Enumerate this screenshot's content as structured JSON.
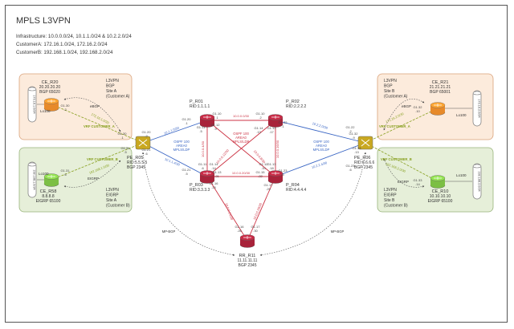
{
  "title": "MPLS L3VPN",
  "info": [
    "Infrastructure: 10.0.0.0/24, 10.1.1.0/24 & 10.2.2.0/24",
    "CustomerA: 172.16.1.0/24, 172.16.2.0/24",
    "CustomerB: 192.168.1.0/24, 192.168.2.0/24"
  ],
  "sites": {
    "a1": {
      "lines": [
        "L3VPN",
        "BGP",
        "Site A",
        "(Customer A)"
      ]
    },
    "a2": {
      "lines": [
        "L3VPN",
        "BGP",
        "Site B",
        "(Customer A)"
      ]
    },
    "b1": {
      "lines": [
        "L3VPN",
        "EIGRP",
        "Site A",
        "(Customer B)"
      ]
    },
    "b2": {
      "lines": [
        "L3VPN",
        "EIGRP",
        "Site B",
        "(Customer B)"
      ]
    }
  },
  "colors": {
    "customer_a_fill": "#fcebdc",
    "customer_a_border": "#d9a27a",
    "customer_b_fill": "#e6efd9",
    "customer_b_border": "#98b47a",
    "router_p": "#a8233a",
    "router_ce_a": "#e78a2a",
    "router_ce_b": "#7cbf44",
    "switch_pe": "#c9a820",
    "core_link": "#cc3344",
    "edge_link": "#3a66c4",
    "vrf_link": "#88a020"
  },
  "routers": {
    "ce_r20": {
      "icon": "router-icon",
      "lines": [
        "CE_R20",
        "20.20.20.20",
        "BGP 65020"
      ]
    },
    "ce_r21": {
      "icon": "router-icon",
      "lines": [
        "CE_R21",
        "21.21.21.21",
        "BGP 65001"
      ]
    },
    "ce_r58": {
      "icon": "router-icon",
      "lines": [
        "CE_R58",
        "8.8.8.8",
        "EIGRP 65100"
      ]
    },
    "ce_r10": {
      "icon": "router-icon",
      "lines": [
        "CE_R10",
        "10.10.10.10",
        "EIGRP 65100"
      ]
    },
    "p_r01": {
      "icon": "router-icon",
      "lines": [
        "P_R01",
        "RID:1.1.1.1"
      ]
    },
    "p_r02": {
      "icon": "router-icon",
      "lines": [
        "P_R02",
        "RID:2.2.2.2"
      ]
    },
    "p_r03": {
      "icon": "router-icon",
      "lines": [
        "P_R03",
        "RID:3.3.3.3"
      ]
    },
    "p_r04": {
      "icon": "router-icon",
      "lines": [
        "P_R04",
        "RID:4.4.4.4"
      ]
    },
    "pe_r05": {
      "icon": "switch-icon",
      "lines": [
        "PE_R05",
        "RID:5.5.5.5",
        "BGP 2345"
      ]
    },
    "pe_r06": {
      "icon": "switch-icon",
      "lines": [
        "PE_R06",
        "RID:6.6.6.6",
        "BGP 2345"
      ]
    },
    "rr_r11": {
      "icon": "router-icon",
      "lines": [
        "RR_R11",
        "11.11.11.11",
        "BGP 2345"
      ]
    }
  },
  "cylinders": {
    "left": "172.16.1.0/24",
    "right": "172.16.2.0/24",
    "left_b": "192.168.1.0/24",
    "right_b": "192.168.2.0/24"
  },
  "loopbacks": {
    "ce_r20": "Lo100",
    "ce_r21": "Lo100",
    "ce_r58": "Lo100",
    "ce_r10": "Lo100"
  },
  "protocols": {
    "ebgp_left": "eBGP",
    "ebgp_right": "eBGP",
    "eigrp_left": "EIGRP",
    "eigrp_right": "EIGRP",
    "ospf_left": [
      "OSPF 100",
      "AREA0",
      "MPLS/LDP"
    ],
    "ospf_center": [
      "OSPF 100",
      "AREA0",
      "MPLS/LDP"
    ],
    "ospf_right": [
      "OSPF 100",
      "AREA0",
      "MPLS/LDP"
    ],
    "mpbgp_left": "MP-BGP",
    "mpbgp_right": "MP-BGP"
  },
  "vrfs": {
    "a_left": "VRF CUSTOMER_A",
    "b_left": "VRF CUSTOMER_B",
    "a_right": "VRF CUSTOMER_A",
    "b_right": "VRF CUSTOMER_B"
  },
  "subnets": {
    "r01_r02": "10.0.0.0/30",
    "r03_r04": "10.0.0.20/30",
    "r01_r03": "10.0.0.4/30",
    "r02_r04": "10.0.0.16/30",
    "r01_r04": "10.0.0.8/30",
    "r02_r03": "10.0.0.12/30",
    "r05_r01": "10.1.1.0/30",
    "r05_r03": "10.1.1.4/30",
    "r06_r02": "10.2.2.0/30",
    "r06_r04": "10.2.2.4/30",
    "r03_r11": "10.0.0.24/30",
    "r04_r11": "10.0.0.28/30",
    "ce20_pe5": "172.16.1.0/30",
    "ce58_pe5": "192.168.1.0/30",
    "ce21_pe6": "172.16.2.0/30",
    "ce10_pe6": "192.168.2.0/30"
  },
  "ports": {
    "ce20": [
      "G1.30",
      ".2"
    ],
    "ce58": [
      "G1.31",
      ".6"
    ],
    "ce21": [
      "G1.32",
      ".10"
    ],
    "ce10": [
      "G1.33",
      ".14"
    ],
    "pe5_a": [
      "G1.30",
      ".1"
    ],
    "pe5_b": [
      "G1.31",
      ".5"
    ],
    "pe5_r01": [
      "G1.20",
      ".2"
    ],
    "pe5_r03": [
      "G1.21",
      ".6"
    ],
    "pe6_a": [
      "G1.32",
      ".9"
    ],
    "pe6_b": [
      "G1.33",
      ".13"
    ],
    "pe6_r02": [
      "G1.22",
      ".2"
    ],
    "pe6_r04": [
      "G1.23",
      ".6"
    ],
    "r01_pe": [
      "G1.20",
      ".1"
    ],
    "r01_r02": [
      "G1.10",
      ".1"
    ],
    "r01_r03": [
      "G1.11",
      ".5"
    ],
    "r01_r04": [
      "G1.12",
      ".9"
    ],
    "r02_r01": [
      "G1.10",
      ".2"
    ],
    "r02_pe": [
      "G1.22",
      ".1"
    ],
    "r02_r03": [
      "G1.14",
      ".13"
    ],
    "r02_r04": [
      "G1.13",
      ".17"
    ],
    "r03_pe": [
      "G1.21",
      ".5"
    ],
    "r03_r01": [
      "G1.11",
      ".6"
    ],
    "r03_r04": [
      "G1.13",
      ".21"
    ],
    "r03_r02": [
      "G1.14",
      ".14"
    ],
    "r03_r11": [
      "G1.16",
      ".25"
    ],
    "r04_pe": [
      "G1.23",
      ".5"
    ],
    "r04_r03": [
      "G1.15",
      ".22"
    ],
    "r04_r02": [
      "G1.13",
      ".18"
    ],
    "r04_r01": [
      "G1.12",
      ".10"
    ],
    "r04_r11": [
      "G1.17",
      ".29"
    ],
    "r11_r03": [
      "G1.16",
      ".26"
    ],
    "r11_r04": [
      "G1.17",
      ".30"
    ]
  }
}
